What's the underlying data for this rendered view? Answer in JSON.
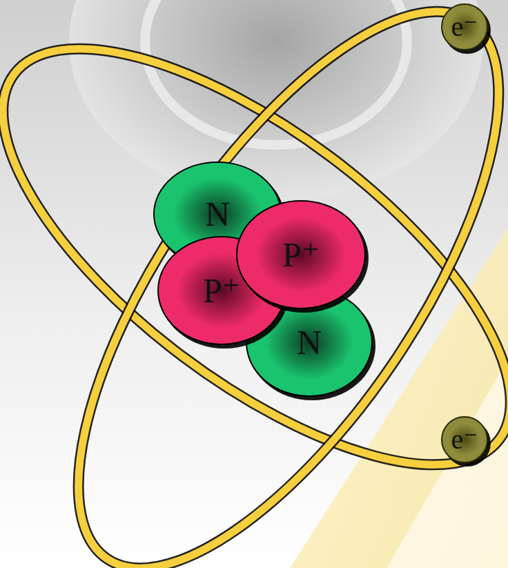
{
  "diagram": {
    "nodes": [
      {
        "text": [
          "e⁻"
        ]
      },
      {
        "text": [
          "N"
        ]
      },
      {
        "text": [
          "P⁺"
        ]
      },
      {
        "text": [
          "P⁺"
        ]
      },
      {
        "text": [
          "N"
        ]
      },
      {
        "text": [
          "e⁻"
        ]
      }
    ]
  }
}
